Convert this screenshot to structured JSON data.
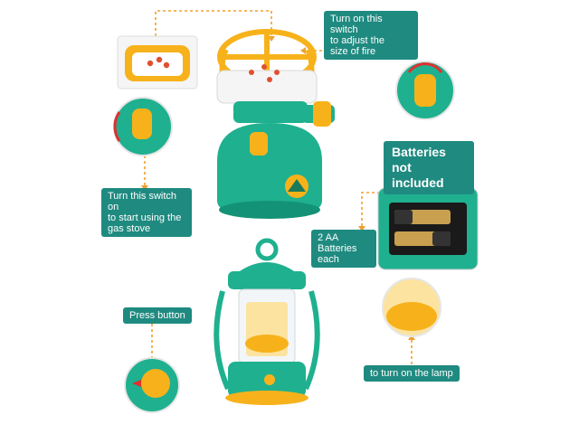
{
  "callouts": {
    "fire_switch": {
      "line1": "Turn on this switch",
      "line2": "to adjust the",
      "line3": "size of fire"
    },
    "start_switch": {
      "line1": "Turn this switch on",
      "line2": "to start  using the",
      "line3": "gas stove"
    },
    "batteries_note": {
      "line1": "Batteries not",
      "line2": "included"
    },
    "batteries_spec": {
      "line1": "2 AA Batteries",
      "line2": "each"
    },
    "press_button": {
      "text": "Press button"
    },
    "lamp": {
      "text": "to turn on the lamp"
    }
  },
  "colors": {
    "label_bg": "#1f8a80",
    "toy_green": "#1fb08f",
    "toy_yellow": "#f7b21b",
    "connector": "#f0a030"
  }
}
